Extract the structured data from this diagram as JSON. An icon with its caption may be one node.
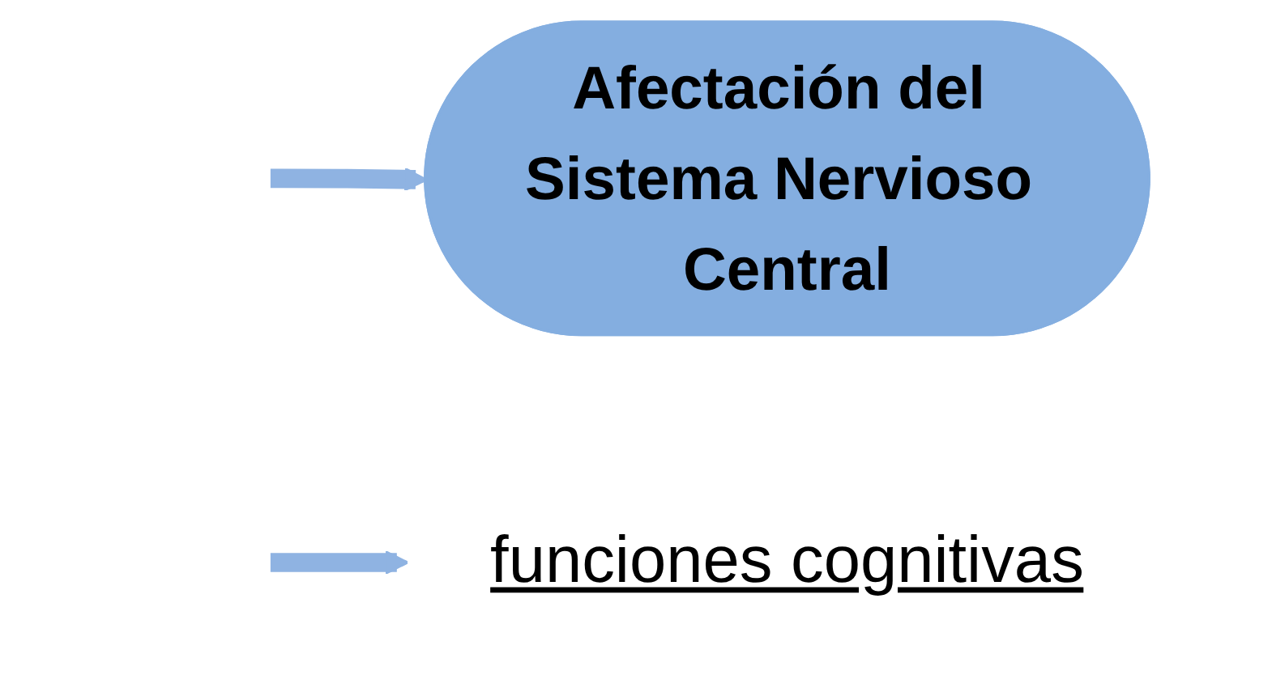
{
  "diagram": {
    "nodes": [
      {
        "text": [
          "Afectación del Sistema Nervioso Central"
        ]
      },
      {
        "text": [
          "funciones cognitivas"
        ]
      }
    ],
    "edges": [
      {
        "from": null,
        "to": 0,
        "arrow": "to"
      },
      {
        "from": null,
        "to": 1,
        "arrow": "to"
      }
    ]
  }
}
